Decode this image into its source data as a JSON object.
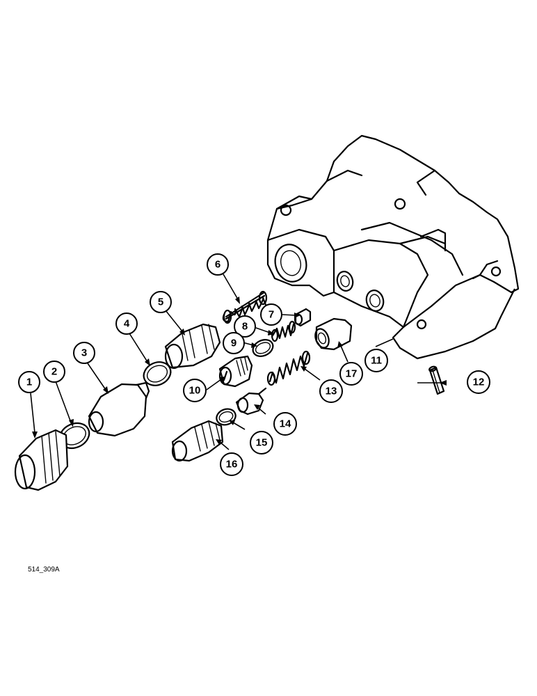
{
  "callouts": [
    "1",
    "2",
    "3",
    "4",
    "5",
    "6",
    "7",
    "8",
    "9",
    "10",
    "11",
    "12",
    "13",
    "14",
    "15",
    "16",
    "17"
  ],
  "figure_ref": "514_309A",
  "parts": [
    {
      "name": "plug",
      "icon": "plug-icon"
    },
    {
      "name": "o-ring",
      "icon": "o-ring-icon"
    },
    {
      "name": "valve-cap",
      "icon": "valve-cap-icon"
    },
    {
      "name": "o-ring",
      "icon": "o-ring-icon"
    },
    {
      "name": "valve-seat",
      "icon": "valve-seat-icon"
    },
    {
      "name": "spring",
      "icon": "spring-icon"
    },
    {
      "name": "poppet",
      "icon": "poppet-icon"
    },
    {
      "name": "spring",
      "icon": "spring-icon"
    },
    {
      "name": "o-ring",
      "icon": "o-ring-icon"
    },
    {
      "name": "plug",
      "icon": "plug-icon"
    },
    {
      "name": "valve-body",
      "icon": "valve-body-icon"
    },
    {
      "name": "roll-pin",
      "icon": "roll-pin-icon"
    },
    {
      "name": "spring",
      "icon": "spring-icon"
    },
    {
      "name": "poppet",
      "icon": "poppet-icon"
    },
    {
      "name": "o-ring",
      "icon": "o-ring-icon"
    },
    {
      "name": "fitting",
      "icon": "fitting-icon"
    },
    {
      "name": "sleeve",
      "icon": "sleeve-icon"
    }
  ]
}
